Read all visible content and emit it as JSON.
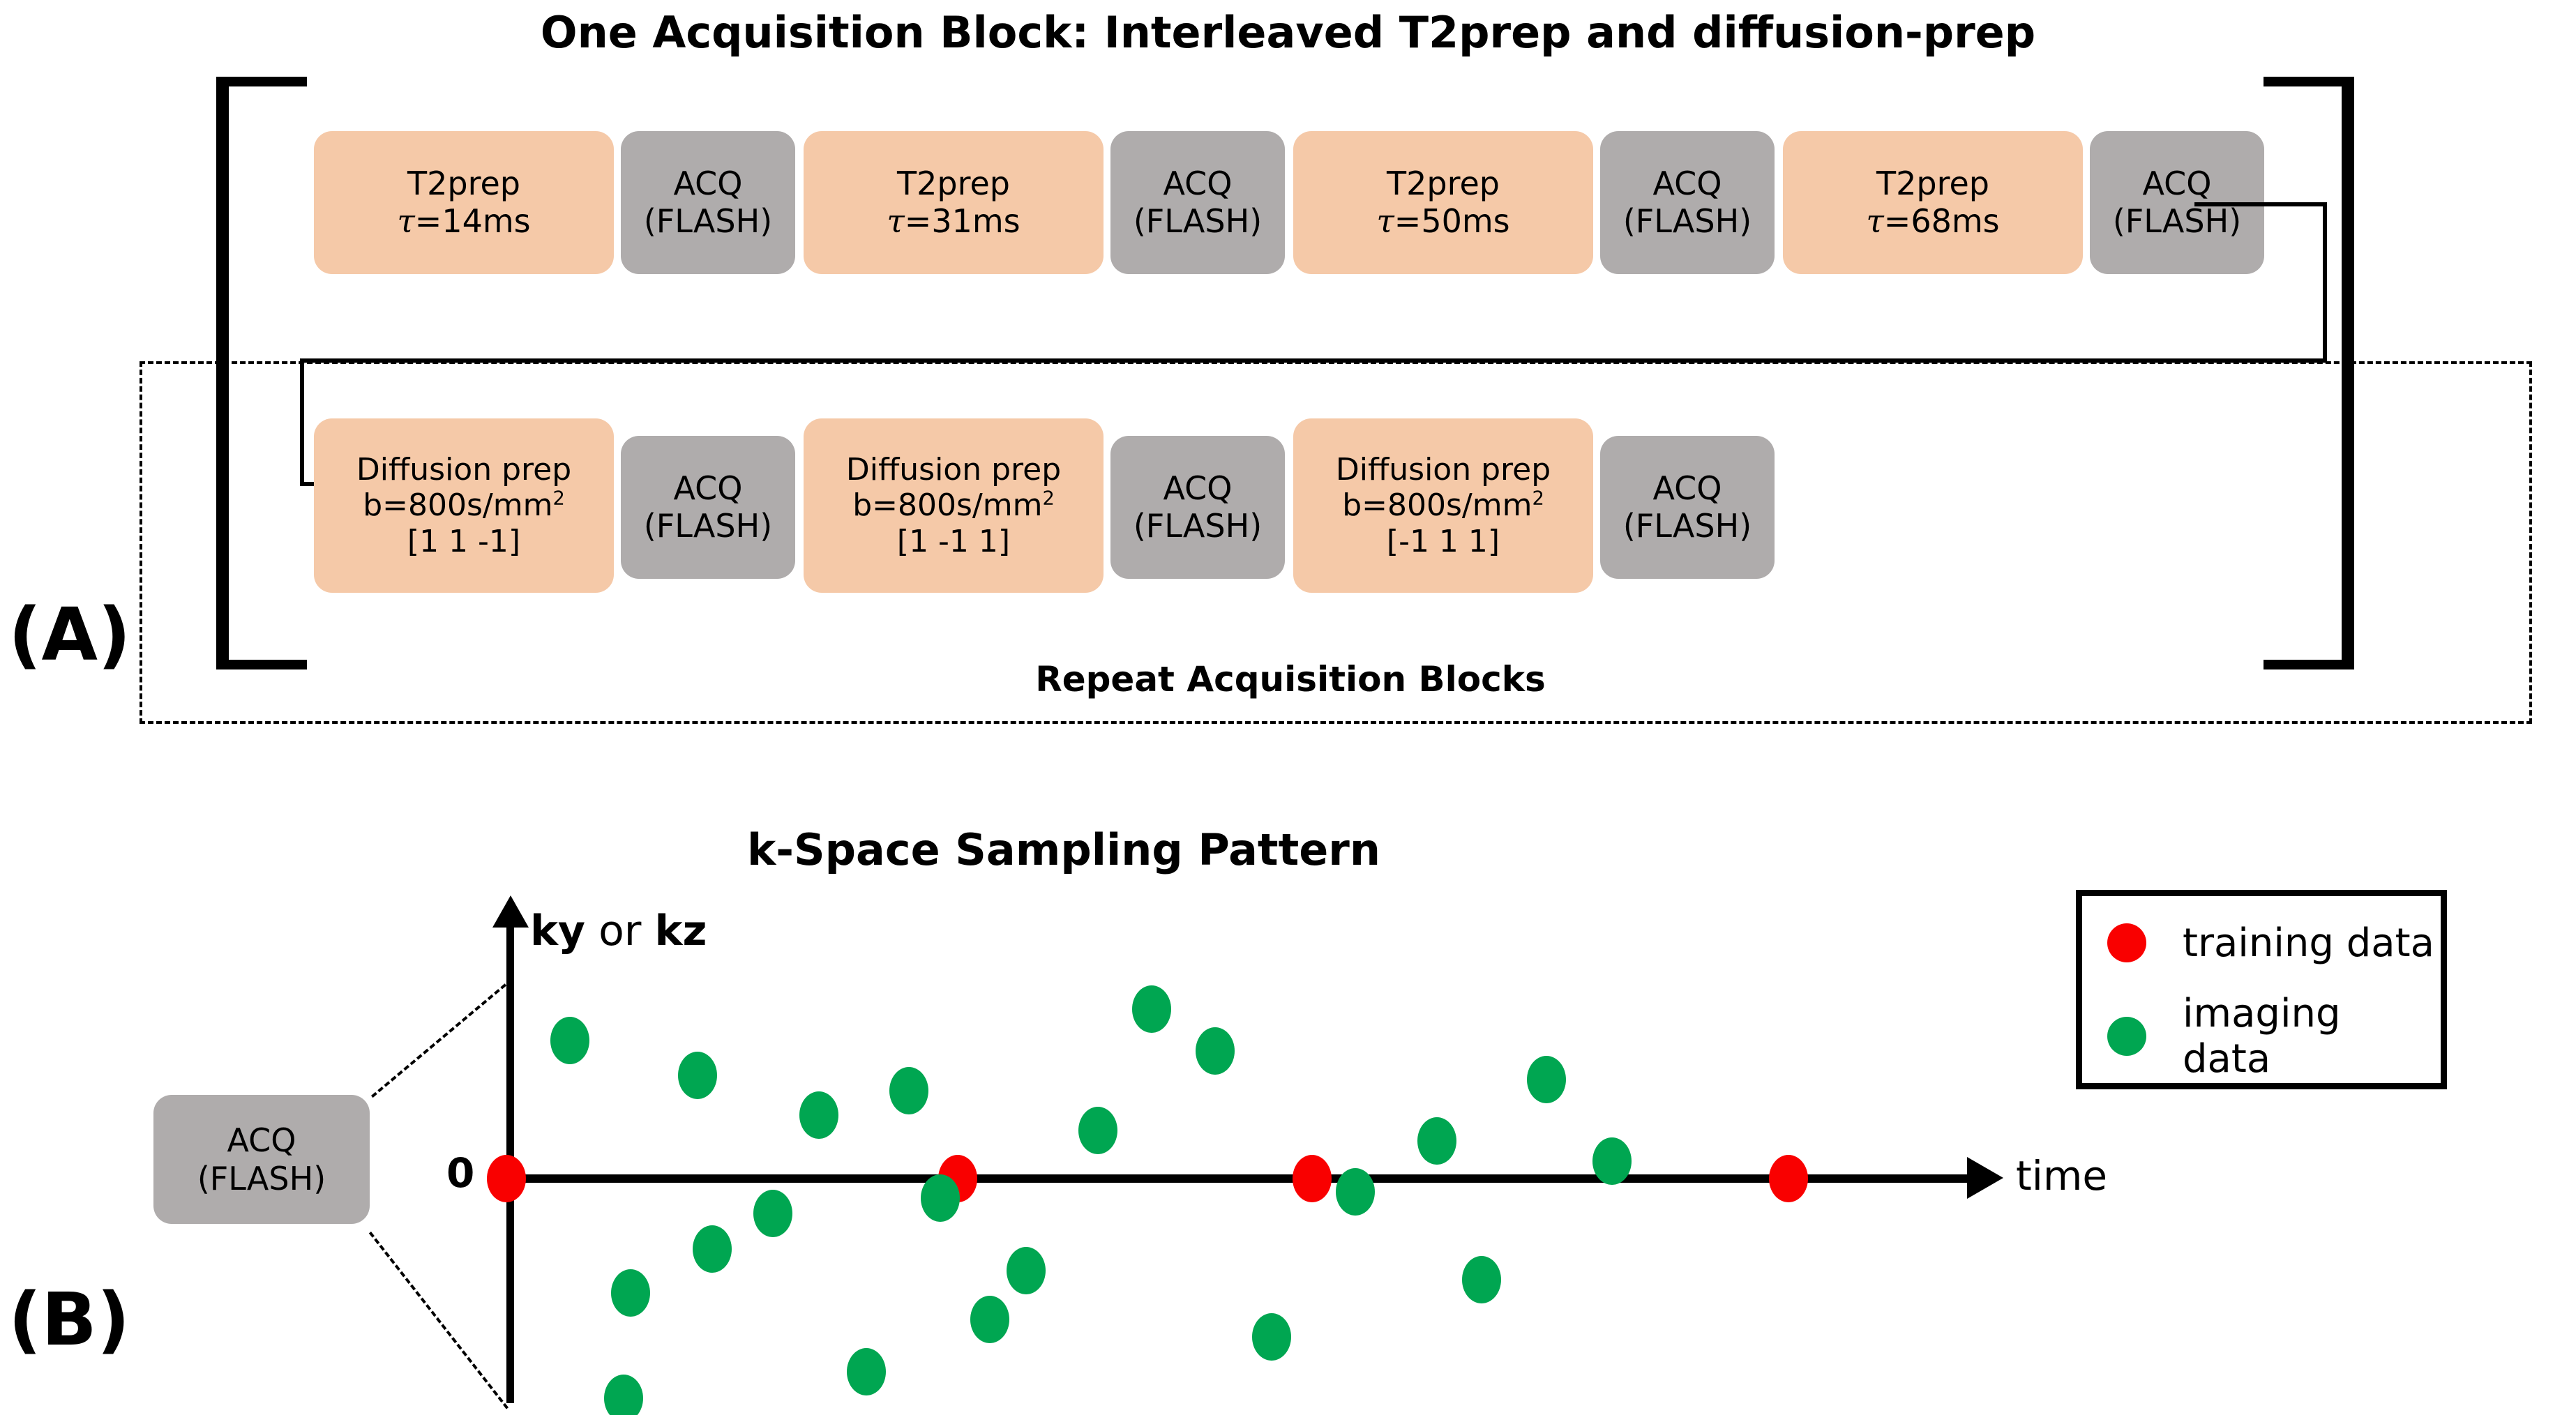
{
  "panelA": {
    "letter": "(A)",
    "title": "One Acquisition Block: Interleaved T2prep and diffusion-prep",
    "repeat_label": "Repeat Acquisition Blocks",
    "acq_label_line1": "ACQ",
    "acq_label_line2": "(FLASH)",
    "prep_colors": {
      "prep": "#F5C9A8",
      "acq": "#AFACAC"
    },
    "row1": [
      {
        "type": "prep",
        "line1": "T2prep",
        "line2_tau": "τ",
        "line2_rest": "=14ms"
      },
      {
        "type": "acq",
        "line1": "ACQ",
        "line2": "(FLASH)"
      },
      {
        "type": "prep",
        "line1": "T2prep",
        "line2_tau": "τ",
        "line2_rest": "=31ms"
      },
      {
        "type": "acq",
        "line1": "ACQ",
        "line2": "(FLASH)"
      },
      {
        "type": "prep",
        "line1": "T2prep",
        "line2_tau": "τ",
        "line2_rest": "=50ms"
      },
      {
        "type": "acq",
        "line1": "ACQ",
        "line2": "(FLASH)"
      },
      {
        "type": "prep",
        "line1": "T2prep",
        "line2_tau": "τ",
        "line2_rest": "=68ms"
      },
      {
        "type": "acq",
        "line1": "ACQ",
        "line2": "(FLASH)"
      }
    ],
    "row2": [
      {
        "type": "prep",
        "line1": "Diffusion prep",
        "line2a": "b=800s/mm",
        "line2sup": "2",
        "line3": "[1 1 -1]"
      },
      {
        "type": "acq",
        "line1": "ACQ",
        "line2": "(FLASH)"
      },
      {
        "type": "prep",
        "line1": "Diffusion prep",
        "line2a": "b=800s/mm",
        "line2sup": "2",
        "line3": "[1 -1 1]"
      },
      {
        "type": "acq",
        "line1": "ACQ",
        "line2": "(FLASH)"
      },
      {
        "type": "prep",
        "line1": "Diffusion prep",
        "line2a": "b=800s/mm",
        "line2sup": "2",
        "line3": "[-1 1 1]"
      },
      {
        "type": "acq",
        "line1": "ACQ",
        "line2": "(FLASH)"
      }
    ]
  },
  "panelB": {
    "letter": "(B)",
    "title": "k-Space Sampling Pattern",
    "callout": {
      "line1": "ACQ",
      "line2": "(FLASH)"
    },
    "legend": [
      {
        "label": "training data",
        "color": "#F90000"
      },
      {
        "label": "imaging data",
        "color": "#00A651"
      }
    ]
  },
  "chart_data": {
    "type": "scatter",
    "title": "k-Space Sampling Pattern",
    "xlabel": "time",
    "ylabel_parts": [
      {
        "text": "ky",
        "bold": true
      },
      {
        "text": " or ",
        "bold": false
      },
      {
        "text": "kz",
        "bold": true
      }
    ],
    "ylabel": "ky or kz",
    "ytick_labels": [
      "0"
    ],
    "grid": false,
    "legend_position": "top-right",
    "xlim": [
      0,
      100
    ],
    "ylim": [
      -100,
      100
    ],
    "series": [
      {
        "name": "training data",
        "color": "#F90000",
        "points": [
          {
            "x": 0.0,
            "y": 0
          },
          {
            "x": 31.2,
            "y": 0
          },
          {
            "x": 55.7,
            "y": 0
          },
          {
            "x": 88.6,
            "y": 0
          }
        ]
      },
      {
        "name": "imaging data",
        "color": "#00A651",
        "points": [
          {
            "x": 4.4,
            "y": 63
          },
          {
            "x": 8.6,
            "y": -52
          },
          {
            "x": 8.1,
            "y": -100
          },
          {
            "x": 13.2,
            "y": 47
          },
          {
            "x": 14.2,
            "y": -32
          },
          {
            "x": 18.4,
            "y": -16
          },
          {
            "x": 21.6,
            "y": 29
          },
          {
            "x": 24.9,
            "y": -88
          },
          {
            "x": 27.8,
            "y": 40
          },
          {
            "x": 30.0,
            "y": -9
          },
          {
            "x": 33.4,
            "y": -64
          },
          {
            "x": 35.9,
            "y": -42
          },
          {
            "x": 40.9,
            "y": 22
          },
          {
            "x": 44.6,
            "y": 77
          },
          {
            "x": 49.0,
            "y": 58
          },
          {
            "x": 52.9,
            "y": -72
          },
          {
            "x": 58.7,
            "y": -6
          },
          {
            "x": 64.3,
            "y": 17
          },
          {
            "x": 67.4,
            "y": -46
          },
          {
            "x": 71.9,
            "y": 45
          },
          {
            "x": 76.4,
            "y": 8
          }
        ]
      }
    ]
  }
}
